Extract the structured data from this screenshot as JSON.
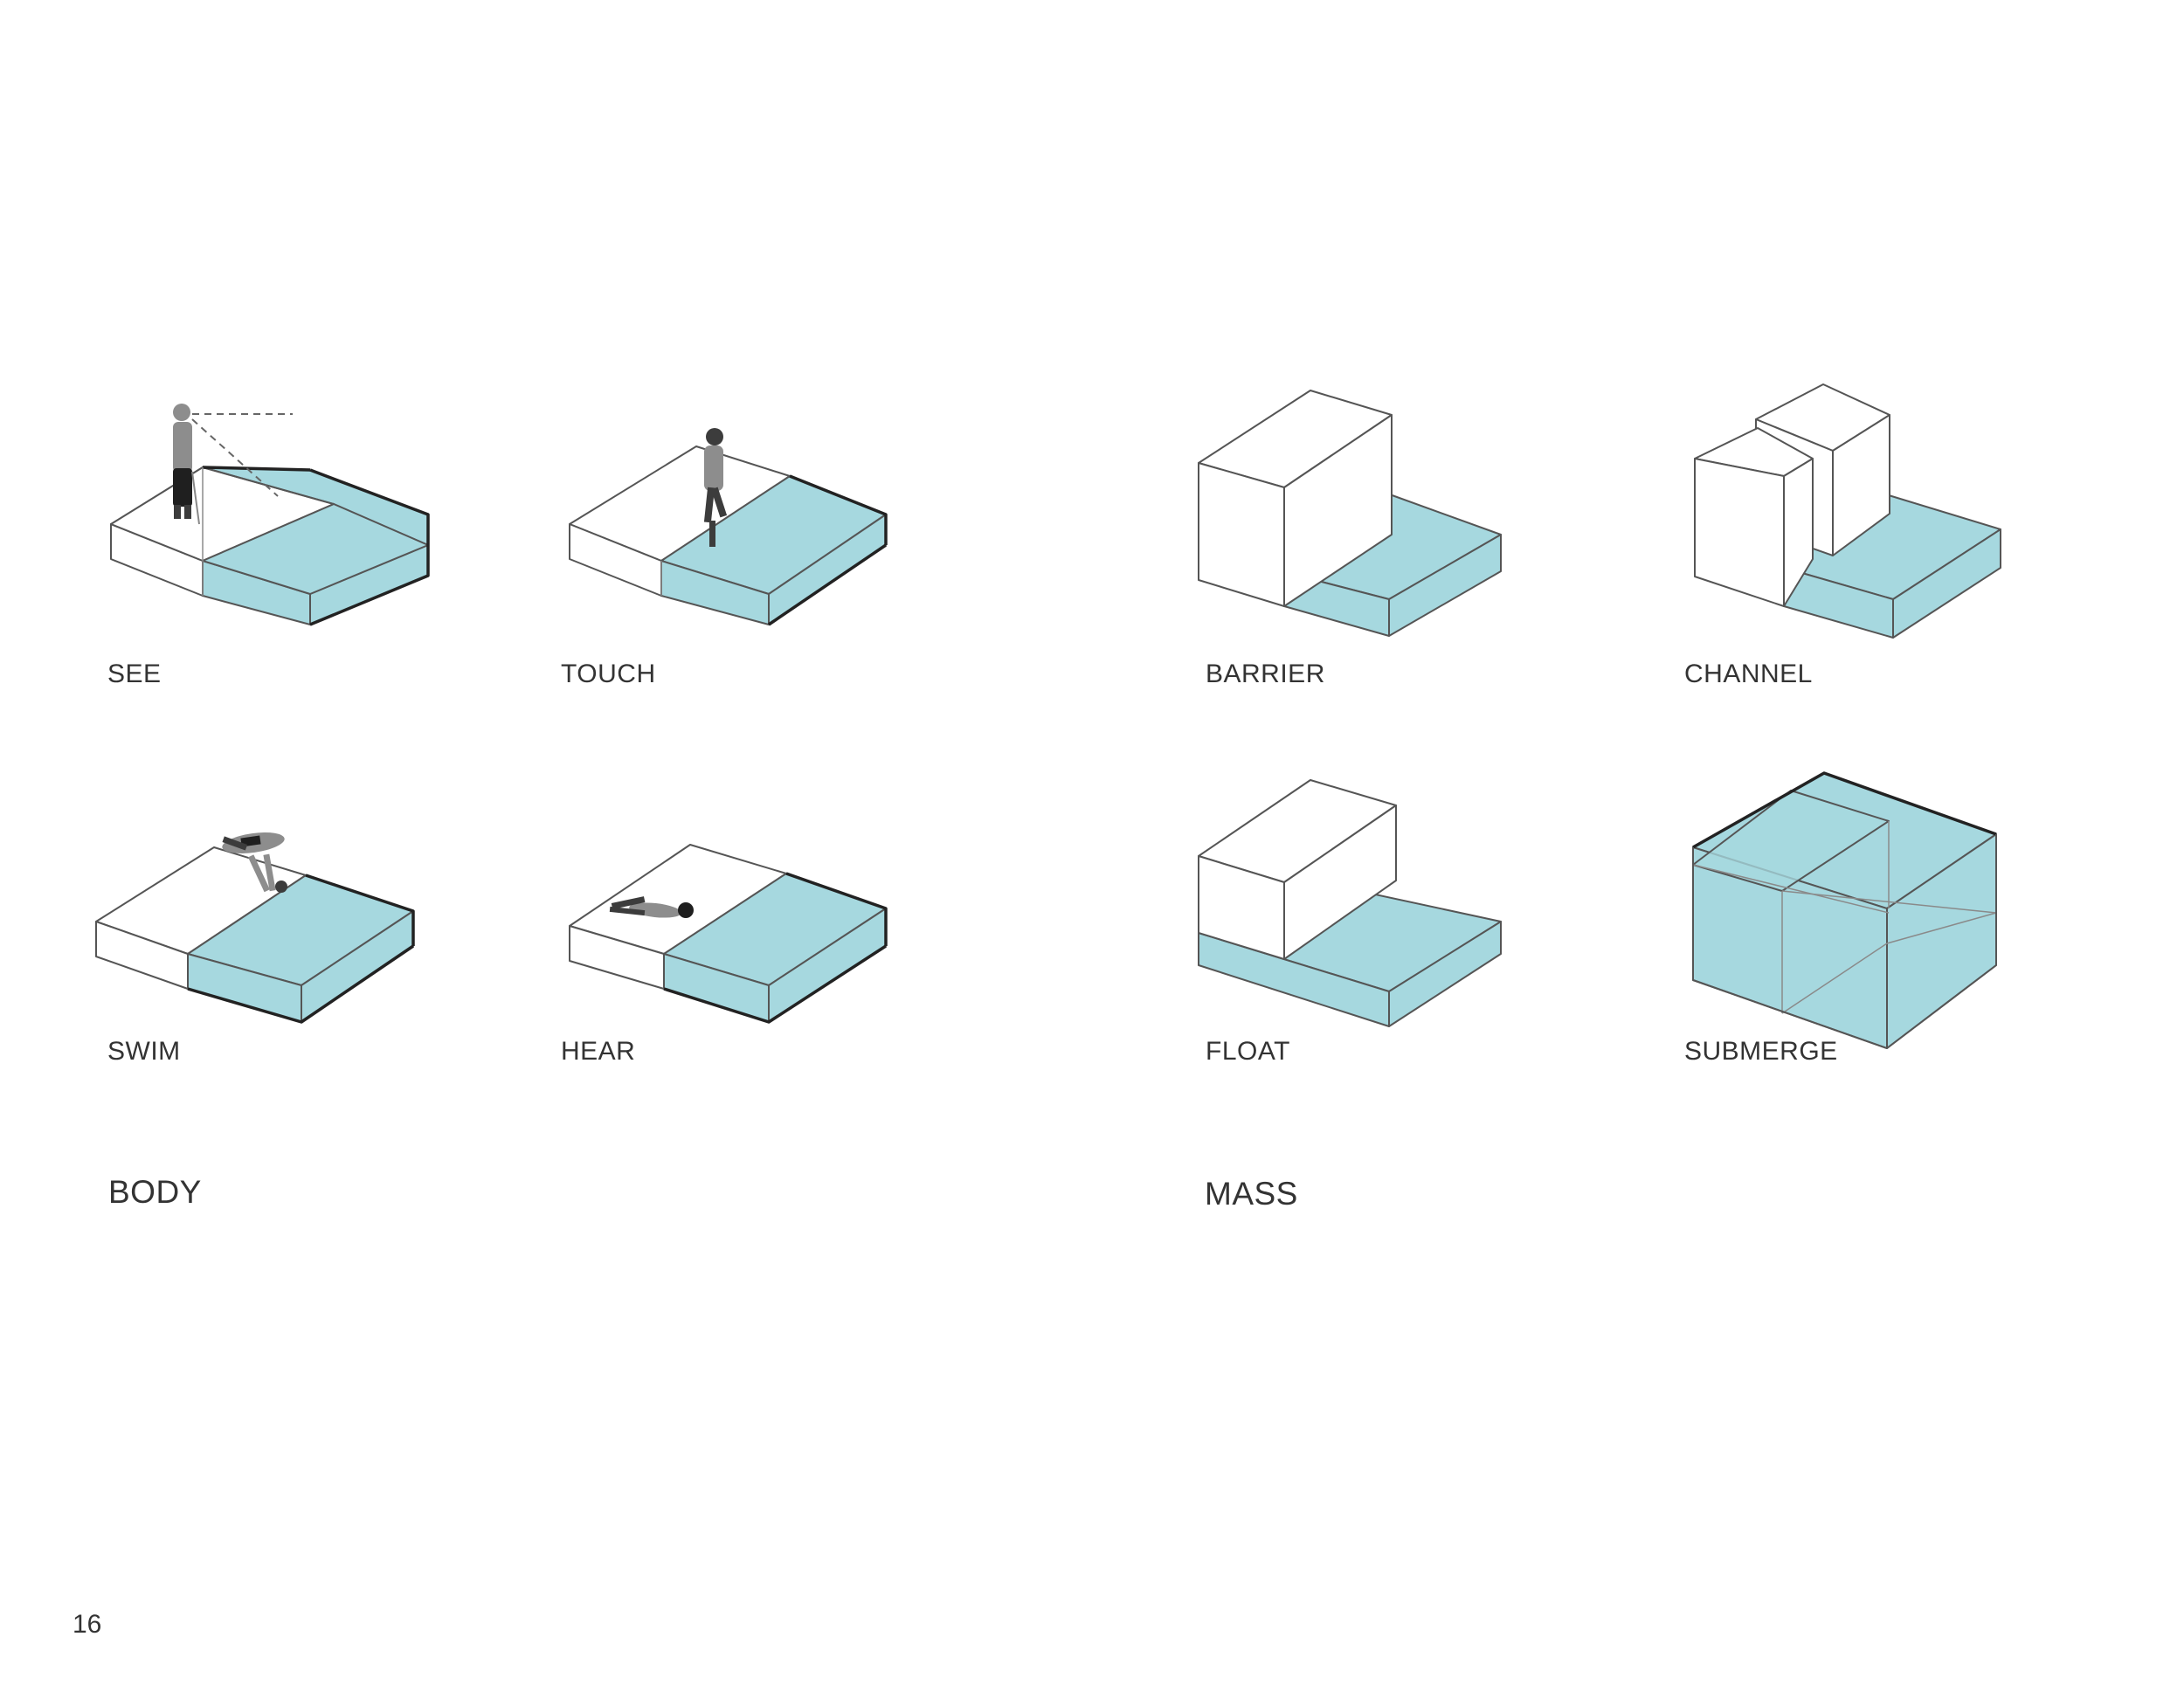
{
  "groups": {
    "body": "BODY",
    "mass": "MASS"
  },
  "diagrams": {
    "see": "SEE",
    "touch": "TOUCH",
    "barrier": "BARRIER",
    "channel": "CHANNEL",
    "swim": "SWIM",
    "hear": "HEAR",
    "float": "FLOAT",
    "submerge": "SUBMERGE"
  },
  "page_number": "16",
  "colors": {
    "water": "#a6d8df",
    "line": "#555555",
    "text": "#333333"
  }
}
